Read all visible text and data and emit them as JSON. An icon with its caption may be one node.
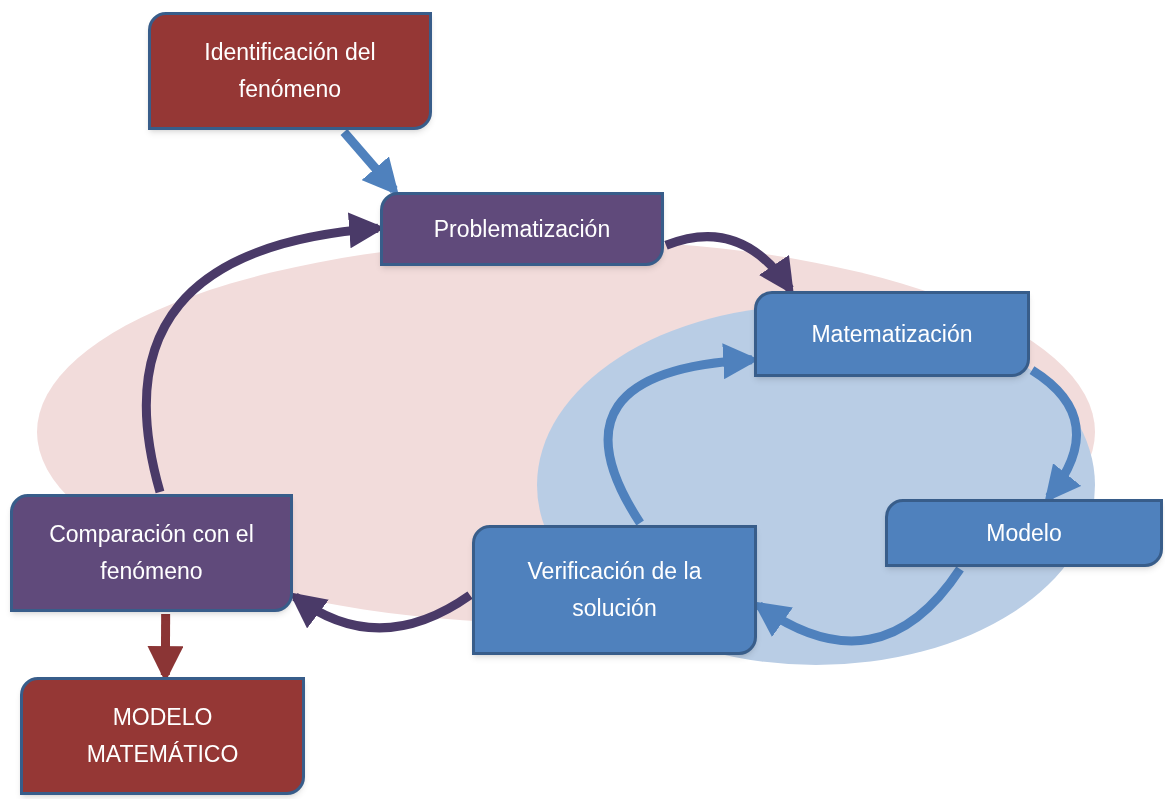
{
  "diagram": {
    "nodes": [
      {
        "text": [
          "Identificación del fenómeno"
        ]
      },
      {
        "text": [
          "Problematización"
        ]
      },
      {
        "text": [
          "Matematización"
        ]
      },
      {
        "text": [
          "Modelo"
        ]
      },
      {
        "text": [
          "Verificación de la solución"
        ]
      },
      {
        "text": [
          "Comparación con el fenómeno"
        ]
      },
      {
        "text": [
          "MODELO MATEMÁTICO"
        ]
      }
    ],
    "edges": [
      {
        "from": 0,
        "to": 1,
        "arrow": "to"
      },
      {
        "from": 1,
        "to": 2,
        "arrow": "to",
        "color": "#4a3a68"
      },
      {
        "from": 2,
        "to": 3,
        "arrow": "to"
      },
      {
        "from": 3,
        "to": 4,
        "arrow": "to"
      },
      {
        "from": 4,
        "to": 5,
        "arrow": "to",
        "color": "#4a3a68"
      },
      {
        "from": 5,
        "to": 1,
        "arrow": "to",
        "color": "#4a3a68"
      },
      {
        "from": 5,
        "to": 6,
        "arrow": "to",
        "color": "#8b3535"
      },
      {
        "from": 4,
        "to": 2,
        "arrow": "to"
      }
    ]
  }
}
